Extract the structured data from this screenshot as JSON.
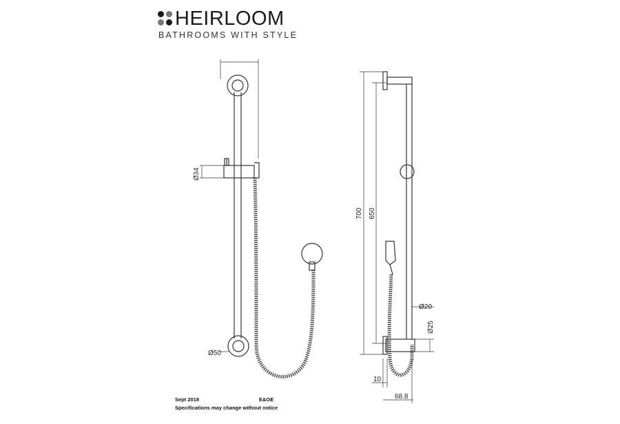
{
  "brand": {
    "name": "HEIRLOOM",
    "tagline": "BATHROOMS WITH STYLE"
  },
  "dimensions": {
    "front_bracket_dia": "Ø34",
    "front_base_dia": "Ø50",
    "side_total_height": "700",
    "side_rail_height": "650",
    "side_rail_dia": "Ø20",
    "side_base_dia": "Ø25",
    "side_offset": "10",
    "side_depth": "68.8"
  },
  "footer": {
    "date": "Sept 2018",
    "eoe": "E&OE",
    "notice": "Specifications may change without notice"
  },
  "colors": {
    "ink": "#1a1a1a",
    "line": "#333333"
  }
}
